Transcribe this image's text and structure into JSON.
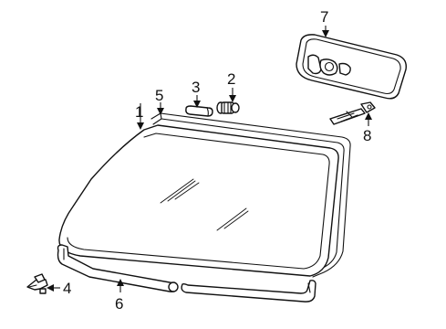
{
  "diagram": {
    "parts": [
      {
        "id": "windshield",
        "callout": "1"
      },
      {
        "id": "rain-sensor",
        "callout": "2"
      },
      {
        "id": "sensor-pad",
        "callout": "3"
      },
      {
        "id": "molding-clip",
        "callout": "4"
      },
      {
        "id": "windshield-molding",
        "callout": "5"
      },
      {
        "id": "lower-seal",
        "callout": "6"
      },
      {
        "id": "rearview-mirror",
        "callout": "7"
      },
      {
        "id": "mirror-bracket",
        "callout": "8"
      }
    ]
  }
}
